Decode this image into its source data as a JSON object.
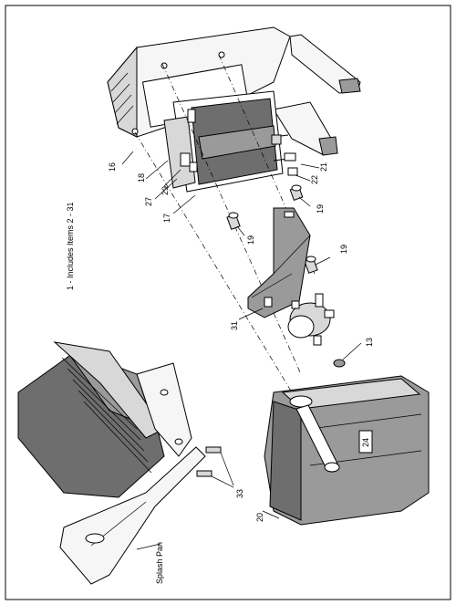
{
  "note": "1 - Includes Items 2 - 31",
  "labels": {
    "c16": "16",
    "c18": "18",
    "c29": "29",
    "c27": "27",
    "c17": "17",
    "c21": "21",
    "c22": "22",
    "c19a": "19",
    "c19b": "19",
    "c19c": "19",
    "c31": "31",
    "c13": "13",
    "c24": "24",
    "c20": "20",
    "c33": "33",
    "splash": "Splash Pan"
  }
}
